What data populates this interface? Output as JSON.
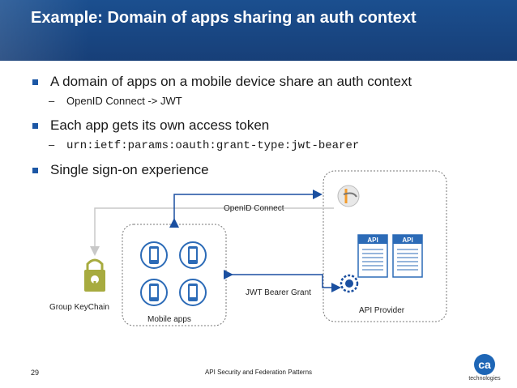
{
  "header": {
    "title": "Example: Domain of apps sharing an auth context"
  },
  "bullets": [
    {
      "text": "A domain of apps on a mobile device share an auth context",
      "sub": "OpenID Connect -> JWT",
      "sub_mono": false
    },
    {
      "text": "Each app gets its own access token",
      "sub": "urn:ietf:params:oauth:grant-type:jwt-bearer",
      "sub_mono": true
    },
    {
      "text": "Single sign-on experience"
    }
  ],
  "diagram": {
    "openid_label": "OpenID Connect",
    "jwt_label": "JWT Bearer Grant",
    "keychain_label": "Group KeyChain",
    "mobile_label": "Mobile apps",
    "provider_label": "API Provider",
    "api_badge": "API",
    "colors": {
      "arrow_blue": "#1a4fa0",
      "gray": "#c8c8c8",
      "lock_green": "#a7ab3f",
      "phone_blue": "#2c6bb7"
    }
  },
  "footer": {
    "page_number": "29",
    "center_text": "API Security and Federation Patterns",
    "logo_text": "ca",
    "logo_sub": "technologies",
    "logo_color": "#1e66b6"
  }
}
